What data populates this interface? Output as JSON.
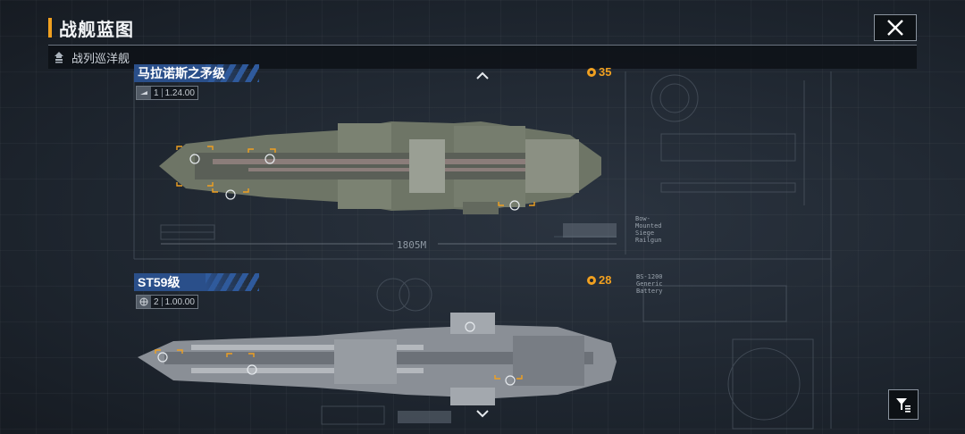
{
  "header": {
    "title": "战舰蓝图",
    "accent_color": "#f0a020"
  },
  "category": {
    "label": "战列巡洋舰",
    "icon": "rank-chevron-icon"
  },
  "ships": [
    {
      "name": "马拉诺斯之矛级",
      "stat_count": "1",
      "stat_value": "1.24.00",
      "power": "35",
      "length": "1805M",
      "annotation": "Bow-Mounted Siege Railgun"
    },
    {
      "name": "ST59级",
      "stat_count": "2",
      "stat_value": "1.00.00",
      "power": "28",
      "annotation": "BS-1200 Generic Battery"
    }
  ],
  "controls": {
    "close_icon": "close-icon",
    "filter_icon": "filter-icon",
    "scroll_up_icon": "chevron-up-icon",
    "scroll_down_icon": "chevron-down-icon"
  }
}
